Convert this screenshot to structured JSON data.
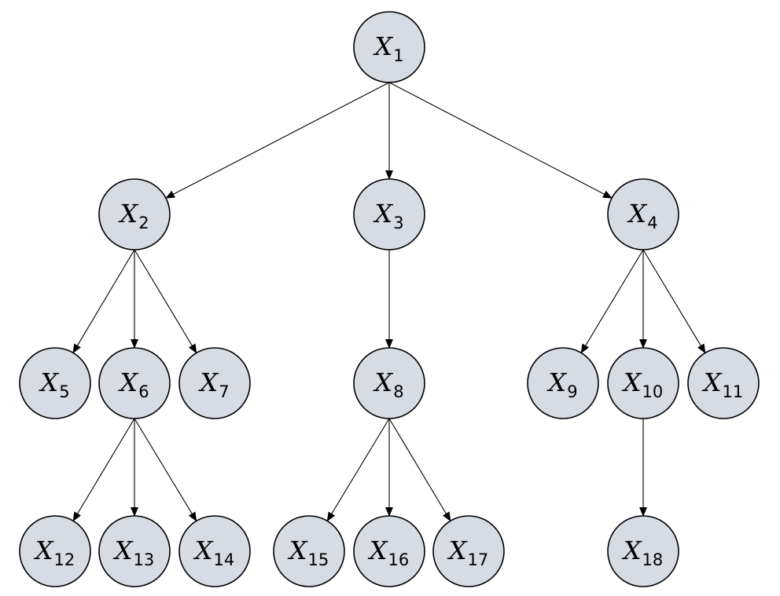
{
  "colors": {
    "node_fill": "#d6dbe4",
    "node_stroke": "#000000",
    "edge": "#000000",
    "background": "#ffffff"
  },
  "nodes": [
    {
      "id": "X1",
      "letter": "X",
      "sub": "1"
    },
    {
      "id": "X2",
      "letter": "X",
      "sub": "2"
    },
    {
      "id": "X3",
      "letter": "X",
      "sub": "3"
    },
    {
      "id": "X4",
      "letter": "X",
      "sub": "4"
    },
    {
      "id": "X5",
      "letter": "X",
      "sub": "5"
    },
    {
      "id": "X6",
      "letter": "X",
      "sub": "6"
    },
    {
      "id": "X7",
      "letter": "X",
      "sub": "7"
    },
    {
      "id": "X8",
      "letter": "X",
      "sub": "8"
    },
    {
      "id": "X9",
      "letter": "X",
      "sub": "9"
    },
    {
      "id": "X10",
      "letter": "X",
      "sub": "10"
    },
    {
      "id": "X11",
      "letter": "X",
      "sub": "11"
    },
    {
      "id": "X12",
      "letter": "X",
      "sub": "12"
    },
    {
      "id": "X13",
      "letter": "X",
      "sub": "13"
    },
    {
      "id": "X14",
      "letter": "X",
      "sub": "14"
    },
    {
      "id": "X15",
      "letter": "X",
      "sub": "15"
    },
    {
      "id": "X16",
      "letter": "X",
      "sub": "16"
    },
    {
      "id": "X17",
      "letter": "X",
      "sub": "17"
    },
    {
      "id": "X18",
      "letter": "X",
      "sub": "18"
    }
  ],
  "edges": [
    {
      "from": "X1",
      "to": "X2"
    },
    {
      "from": "X1",
      "to": "X3"
    },
    {
      "from": "X1",
      "to": "X4"
    },
    {
      "from": "X2",
      "to": "X5"
    },
    {
      "from": "X2",
      "to": "X6"
    },
    {
      "from": "X2",
      "to": "X7"
    },
    {
      "from": "X3",
      "to": "X8"
    },
    {
      "from": "X4",
      "to": "X9"
    },
    {
      "from": "X4",
      "to": "X10"
    },
    {
      "from": "X4",
      "to": "X11"
    },
    {
      "from": "X6",
      "to": "X12"
    },
    {
      "from": "X6",
      "to": "X13"
    },
    {
      "from": "X6",
      "to": "X14"
    },
    {
      "from": "X8",
      "to": "X15"
    },
    {
      "from": "X8",
      "to": "X16"
    },
    {
      "from": "X8",
      "to": "X17"
    },
    {
      "from": "X10",
      "to": "X18"
    }
  ]
}
